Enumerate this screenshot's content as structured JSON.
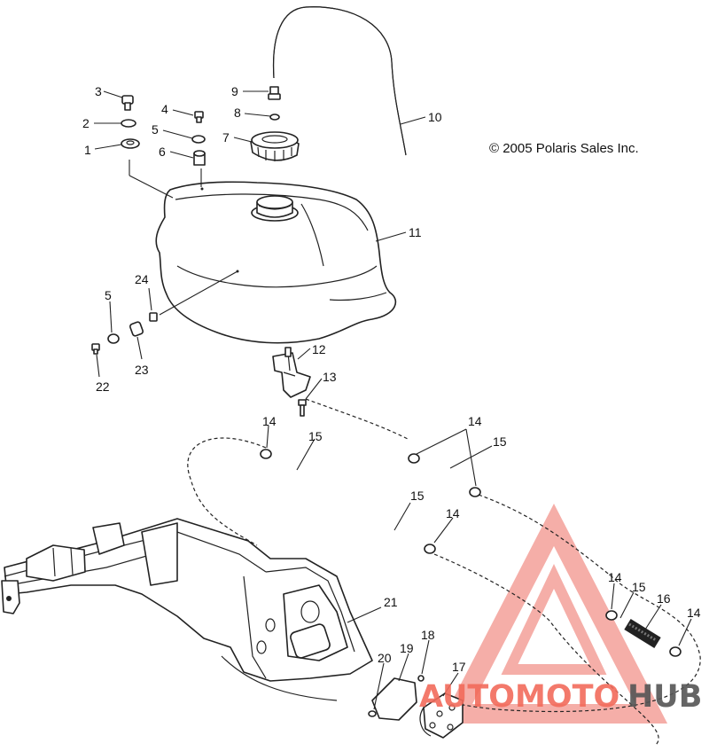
{
  "copyright": "© 2005 Polaris Sales Inc.",
  "callouts": [
    "1",
    "2",
    "3",
    "4",
    "5",
    "5",
    "6",
    "7",
    "8",
    "9",
    "10",
    "11",
    "12",
    "13",
    "14",
    "14",
    "14",
    "14",
    "14",
    "15",
    "15",
    "15",
    "15",
    "16",
    "17",
    "18",
    "19",
    "20",
    "21",
    "22",
    "23",
    "24"
  ],
  "watermark": {
    "text_a": "AUTOMOTO",
    "text_b": "HUB",
    "color_a": "#f26b5b",
    "color_b": "#555555"
  }
}
